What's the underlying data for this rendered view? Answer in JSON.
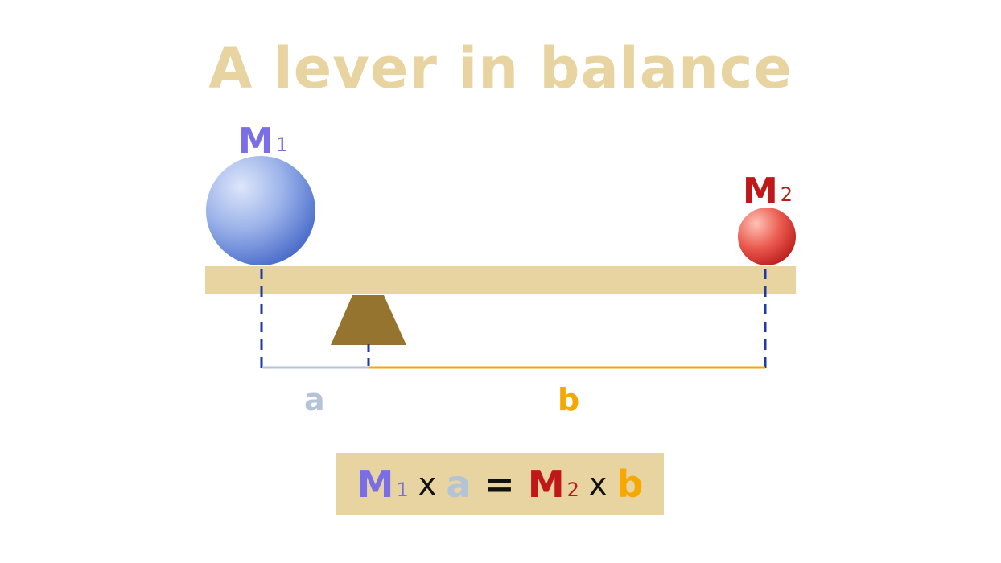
{
  "title": "A lever in balance",
  "masses": {
    "m1": {
      "symbol": "M",
      "subscript": "1"
    },
    "m2": {
      "symbol": "M",
      "subscript": "2"
    }
  },
  "distances": {
    "a": "a",
    "b": "b"
  },
  "formula": {
    "m1_symbol": "M",
    "m1_sub": "1",
    "times": "x",
    "a": "a",
    "equals": "=",
    "m2_symbol": "M",
    "m2_sub": "2",
    "b": "b"
  },
  "colors": {
    "title": "#e8d4a0",
    "beam": "#e8d4a0",
    "fulcrum": "#94742e",
    "m1": "#7a6ee6",
    "m1_ball": "#4a6fd0",
    "m2": "#c01818",
    "m2_ball": "#d83030",
    "a": "#b5c3d6",
    "b": "#f5a800",
    "dashes": "#1f3aa8",
    "formula_box": "#e8d4a0",
    "operator": "#111111"
  },
  "icons": {
    "ball_m1": "sphere-icon",
    "ball_m2": "sphere-icon",
    "fulcrum": "triangle-icon"
  }
}
